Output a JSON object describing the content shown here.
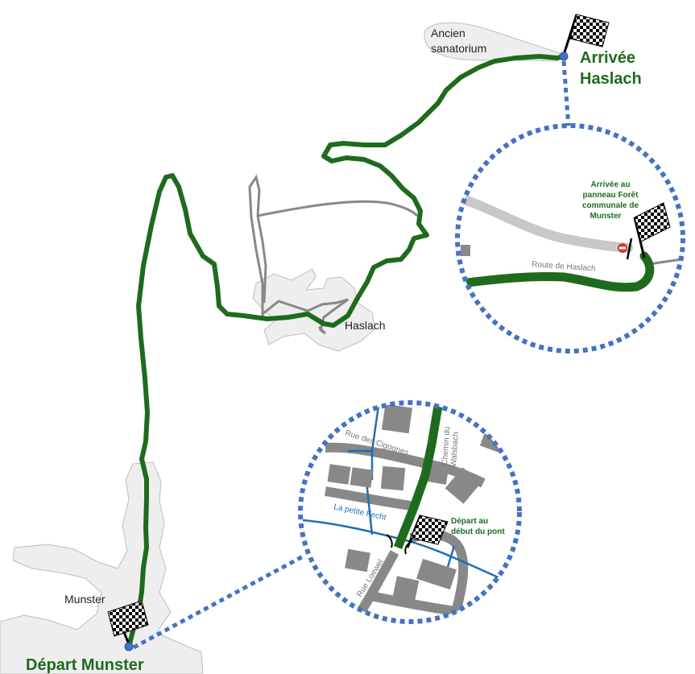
{
  "map": {
    "finish": {
      "line1": "Arrivée",
      "line2": "Haslach"
    },
    "start": {
      "label": "Départ Munster"
    },
    "places": {
      "sanatorium_line1": "Ancien",
      "sanatorium_line2": "sanatorium",
      "haslach": "Haslach",
      "munster": "Munster"
    },
    "inset_finish": {
      "note_line1": "Arrivée au",
      "note_line2": "panneau Forêt",
      "note_line3": "communale de",
      "note_line4": "Munster",
      "road_label": "Route de Haslach"
    },
    "inset_start": {
      "note_line1": "Départ au",
      "note_line2": "début du pont",
      "street_cigognes": "Rue des Cigognes",
      "street_walsbach_line1": "Chemin du",
      "street_walsbach_line2": "Walsbach",
      "street_loewel": "Rue Loewel",
      "river": "La petite Fecht"
    },
    "colors": {
      "route": "#1e6b1e",
      "road": "#888888",
      "light_road": "#c8c8c8",
      "water": "#1f6fb5",
      "built_area": "#eeeeee",
      "inset_border": "#4472c4",
      "marker": "#4472c4"
    },
    "icons": [
      "checkered-flag-icon",
      "no-entry-icon",
      "bridge-icon"
    ]
  }
}
